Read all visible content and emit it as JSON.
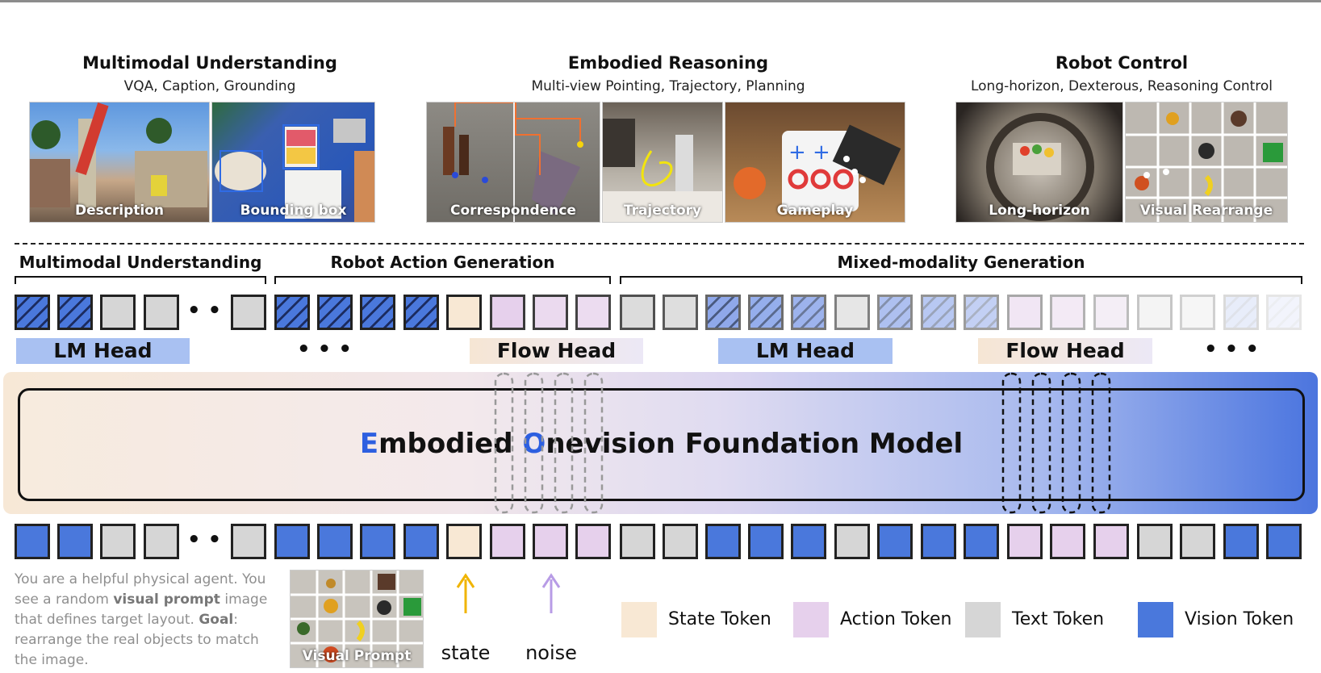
{
  "sections": [
    {
      "title": "Multimodal Understanding",
      "subtitle": "VQA, Caption, Grounding"
    },
    {
      "title": "Embodied Reasoning",
      "subtitle": "Multi-view Pointing, Trajectory, Planning"
    },
    {
      "title": "Robot Control",
      "subtitle": "Long-horizon, Dexterous, Reasoning Control"
    }
  ],
  "photos": [
    {
      "label": "Description"
    },
    {
      "label": "Bounding box"
    },
    {
      "label": "Correspondence"
    },
    {
      "label": "Trajectory"
    },
    {
      "label": "Gameplay"
    },
    {
      "label": "Long-horizon"
    },
    {
      "label": "Visual Rearrange"
    }
  ],
  "groups": {
    "g1": "Multimodal Understanding",
    "g2": "Robot Action Generation",
    "g3": "Mixed-modality Generation"
  },
  "heads": {
    "lm1": "LM Head",
    "flow1": "Flow Head",
    "lm2": "LM Head",
    "flow2": "Flow Head",
    "ellipsis_mid": "• • •",
    "ellipsis_end": "• • •",
    "ellipsis_top": "• •",
    "ellipsis_bottom": "• •"
  },
  "model": {
    "letter1": "E",
    "rest1": "mbodied ",
    "letter2": "O",
    "rest2": "nevision Foundation Model"
  },
  "prompt": {
    "line1": "You are a helpful physical agent. You see a random ",
    "bold1": "visual prompt",
    "line2": " image that defines target layout. ",
    "bold2": "Goal",
    "line3": ": rearrange the real objects to match the image.",
    "image_label": "Visual Prompt"
  },
  "arrows": {
    "state": "state",
    "noise": "noise",
    "state_color": "#f0b400",
    "noise_color": "#b89ce6"
  },
  "legend": [
    {
      "label": "State Token",
      "color": "#f8e8d4"
    },
    {
      "label": "Action Token",
      "color": "#e6d0ec"
    },
    {
      "label": "Text Token",
      "color": "#d6d6d6"
    },
    {
      "label": "Vision Token",
      "color": "#4a78dc"
    }
  ],
  "colors": {
    "vision": "#4a78dc",
    "text": "#d6d6d6",
    "state": "#f8e8d4",
    "action": "#e6d0ec",
    "lm_head": "#a9c1f2",
    "flow_head_from": "#f6e6d4",
    "flow_head_to": "#ece8f6"
  }
}
